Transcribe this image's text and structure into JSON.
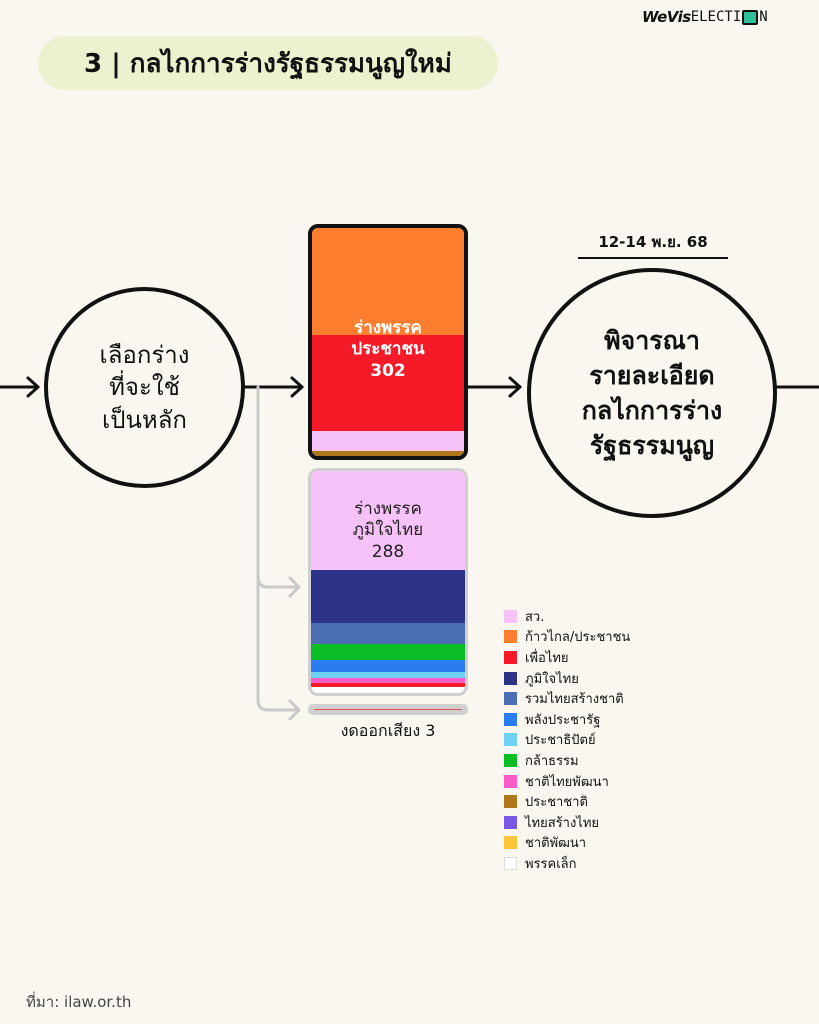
{
  "brand": {
    "part1": "WeVis",
    "part2a": "ELECTI",
    "part2b": "N"
  },
  "title": "3 | กลไกการร่างรัฐธรรมนูญใหม่",
  "step1": {
    "lines": [
      "เลือกร่าง",
      "ที่จะใช้",
      "เป็นหลัก"
    ]
  },
  "step2": {
    "date": "12-14 พ.ย. 68",
    "lines": [
      "พิจารณา",
      "รายละเอียด",
      "กลไกการร่าง",
      "รัฐธรรมนูญ"
    ]
  },
  "draft_people": {
    "label_lines": [
      "ร่างพรรค",
      "ประชาชน"
    ],
    "votes": "302",
    "segments": [
      {
        "party": "ก้าวไกล/ประชาชน",
        "color": "#fd7e2f",
        "share": 0.47
      },
      {
        "party": "เพื่อไทย",
        "color": "#f41a28",
        "share": 0.42
      },
      {
        "party": "สว.",
        "color": "#f7c2f7",
        "share": 0.09
      },
      {
        "party": "ประชาชาติ",
        "color": "#b0761a",
        "share": 0.02
      }
    ]
  },
  "draft_bjt": {
    "label_lines": [
      "ร่างพรรค",
      "ภูมิใจไทย"
    ],
    "votes": "288",
    "segments": [
      {
        "party": "สว.",
        "color": "#f7c2f7",
        "share": 0.46
      },
      {
        "party": "ภูมิใจไทย",
        "color": "#2d3387",
        "share": 0.245
      },
      {
        "party": "รวมไทยสร้างชาติ",
        "color": "#4a6fb5",
        "share": 0.095
      },
      {
        "party": "กล้าธรรม",
        "color": "#0bbd24",
        "share": 0.075
      },
      {
        "party": "พลังประชารัฐ",
        "color": "#2a7cf0",
        "share": 0.055
      },
      {
        "party": "ประชาธิปัตย์",
        "color": "#6fd2f3",
        "share": 0.028
      },
      {
        "party": "ชาติไทยพัฒนา",
        "color": "#f75cc8",
        "share": 0.022
      },
      {
        "party": "เพื่อไทย",
        "color": "#f41a28",
        "share": 0.02
      }
    ]
  },
  "abstain": {
    "label": "งดออกเสียง 3"
  },
  "legend": [
    {
      "label": "สว.",
      "color": "#f7c2f7"
    },
    {
      "label": "ก้าวไกล/ประชาชน",
      "color": "#fd7e2f"
    },
    {
      "label": "เพื่อไทย",
      "color": "#f41a28"
    },
    {
      "label": "ภูมิใจไทย",
      "color": "#2d3387"
    },
    {
      "label": "รวมไทยสร้างชาติ",
      "color": "#4a6fb5"
    },
    {
      "label": "พลังประชารัฐ",
      "color": "#2a7cf0"
    },
    {
      "label": "ประชาธิปัตย์",
      "color": "#6fd2f3"
    },
    {
      "label": "กล้าธรรม",
      "color": "#0bbd24"
    },
    {
      "label": "ชาติไทยพัฒนา",
      "color": "#f75cc8"
    },
    {
      "label": "ประชาชาติ",
      "color": "#b0761a"
    },
    {
      "label": "ไทยสร้างไทย",
      "color": "#7a58e6"
    },
    {
      "label": "ชาติพัฒนา",
      "color": "#fcc43a"
    },
    {
      "label": "พรรคเล็ก",
      "color": "#ffffff"
    }
  ],
  "source": "ที่มา:  ilaw.or.th"
}
